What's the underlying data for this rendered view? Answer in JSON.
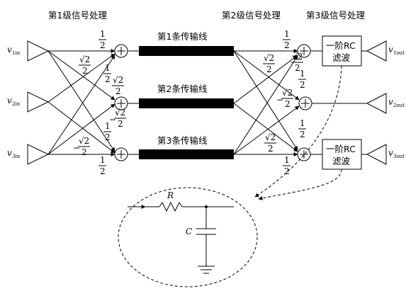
{
  "stages": {
    "stage1": "第1级信号处理",
    "stage2": "第2级信号处理",
    "stage3": "第3级信号处理"
  },
  "lines": {
    "line1": "第1条传输线",
    "line2": "第2条传输线",
    "line3": "第3条传输线"
  },
  "inputs": {
    "v1": {
      "main": "v",
      "sub": "1in"
    },
    "v2": {
      "main": "v",
      "sub": "2in"
    },
    "v3": {
      "main": "v",
      "sub": "3in"
    }
  },
  "outputs": {
    "v1": {
      "main": "v",
      "sub": "1out"
    },
    "v2": {
      "main": "v",
      "sub": "2out"
    },
    "v3": {
      "main": "v",
      "sub": "3out"
    }
  },
  "filter": {
    "line1": "一阶RC",
    "line2": "滤波"
  },
  "coefficients": {
    "half": "1",
    "half_den": "2",
    "sqrt_num": "√2",
    "sqrt_den": "2",
    "minus": "−"
  },
  "circuit": {
    "resistor": "R",
    "capacitor": "C"
  },
  "colors": {
    "stroke": "#000000",
    "line_fill": "#000000",
    "background": "#ffffff"
  }
}
